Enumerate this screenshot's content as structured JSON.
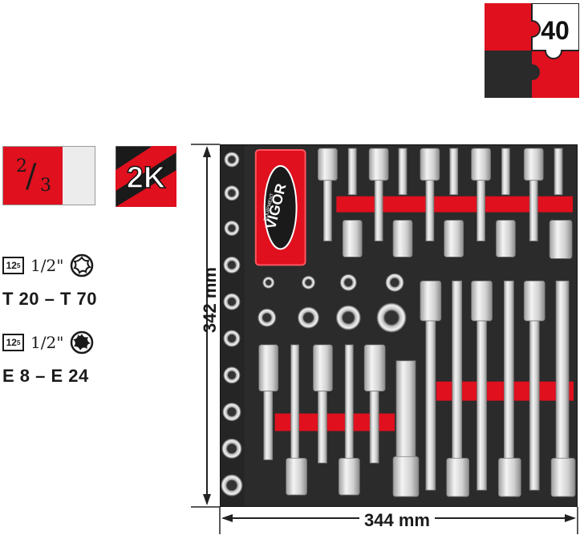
{
  "badges": {
    "puzzle_count": "40",
    "fraction_numerator": "2",
    "fraction_denominator": "3",
    "k_label": "2K"
  },
  "specs": [
    {
      "drive_size": "12",
      "drive_sub": "5",
      "drive_fraction": "1/2\"",
      "icon": "torx-socket-icon",
      "range": "T 20 – T 70"
    },
    {
      "drive_size": "12",
      "drive_sub": "5",
      "drive_fraction": "1/2\"",
      "icon": "e-torx-socket-icon",
      "range": "E 8 – E 24"
    }
  ],
  "tray": {
    "brand": "VIGOR",
    "brand_sub": "EQUIPMENT",
    "height_label": "342 mm",
    "width_label": "344 mm"
  },
  "colors": {
    "red": "#e0101e",
    "dark": "#2a2a2a",
    "chrome": "#d9d9d9"
  }
}
